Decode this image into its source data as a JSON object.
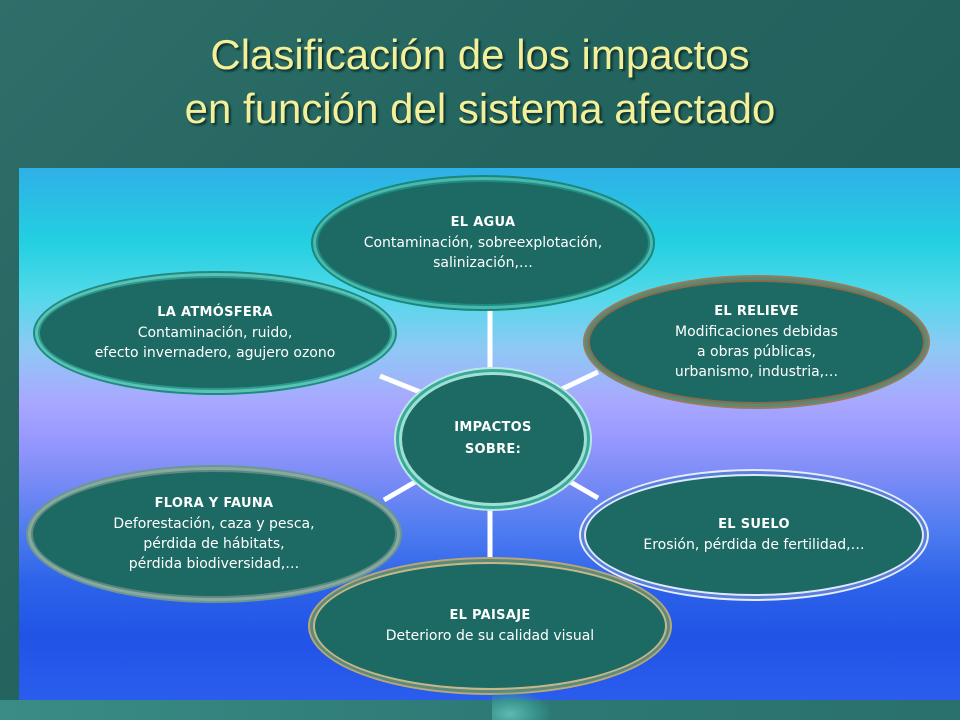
{
  "title": {
    "line1": "Clasificación de los impactos",
    "line2": "en función del sistema afectado"
  },
  "colors": {
    "node_fill": "#1d6a64",
    "title_text": "#f4f09a",
    "connector": "#ffffff"
  },
  "center": {
    "line1": "IMPACTOS",
    "line2": "SOBRE:"
  },
  "nodes": {
    "agua": {
      "head": "EL AGUA",
      "body": "Contaminación, sobreexplotación,\nsalinización,…"
    },
    "atmosfera": {
      "head": "LA ATMÓSFERA",
      "body": "Contaminación, ruido,\nefecto invernadero, agujero ozono"
    },
    "relieve": {
      "head": "EL RELIEVE",
      "body": "Modificaciones debidas\na obras públicas,\nurbanismo, industria,…"
    },
    "flora": {
      "head": "FLORA Y FAUNA",
      "body": "Deforestación, caza y pesca,\npérdida de hábitats,\npérdida biodiversidad,…"
    },
    "suelo": {
      "head": "EL SUELO",
      "body": "Erosión, pérdida de fertilidad,…"
    },
    "paisaje": {
      "head": "EL PAISAJE",
      "body": "Deterioro de su calidad visual"
    }
  }
}
